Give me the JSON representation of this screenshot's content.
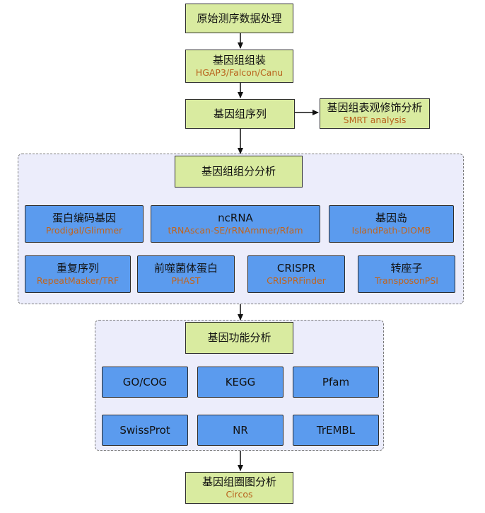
{
  "steps": {
    "raw": {
      "title": "原始测序数据处理"
    },
    "assembly": {
      "title": "基因组组装",
      "sub": "HGAP3/Falcon/Canu"
    },
    "sequence": {
      "title": "基因组序列"
    },
    "epigenome": {
      "title": "基因组表观修饰分析",
      "sub": "SMRT analysis"
    },
    "component": {
      "title": "基因组组分分析"
    },
    "function": {
      "title": "基因功能分析"
    },
    "circle": {
      "title": "基因组圈图分析",
      "sub": "Circos"
    }
  },
  "component_items": [
    {
      "title": "蛋白编码基因",
      "sub": "Prodigal/Glimmer"
    },
    {
      "title": "ncRNA",
      "sub": "tRNAscan-SE/rRNAmmer/Rfam"
    },
    {
      "title": "基因岛",
      "sub": "IslandPath-DIOMB"
    },
    {
      "title": "重复序列",
      "sub": "RepeatMasker/TRF"
    },
    {
      "title": "前噬菌体蛋白",
      "sub": "PHAST"
    },
    {
      "title": "CRISPR",
      "sub": "CRISPRFinder"
    },
    {
      "title": "转座子",
      "sub": "TransposonPSI"
    }
  ],
  "function_items": [
    {
      "title": "GO/COG"
    },
    {
      "title": "KEGG"
    },
    {
      "title": "Pfam"
    },
    {
      "title": "SwissProt"
    },
    {
      "title": "NR"
    },
    {
      "title": "TrEMBL"
    }
  ],
  "colors": {
    "green": "#d9eba0",
    "blue": "#5b9bee",
    "panel": "#ecedfb",
    "subtext": "#b8621c"
  }
}
